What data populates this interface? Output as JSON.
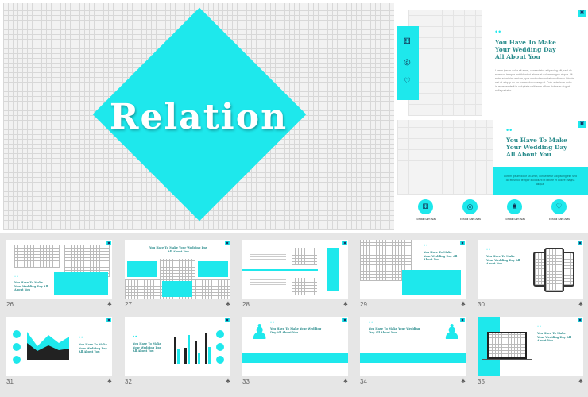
{
  "hero": {
    "title": "Relation"
  },
  "slide_a": {
    "heading": "You Have To Make Your Wedding Day All About You",
    "dots": "••",
    "body": "Lorem ipsum dolor sit amet, consectetur adipiscing elit, sed do eiusmod tempor incididunt ut labore et dolore magna aliqua. Ut enim ad minim veniam, quis nostrud exercitation ullamco laboris nisi ut aliquip ex ea commodo consequat. Duis aute irure dolor in reprehenderit in voluptate velit esse cillum dolore eu fugiat nulla pariatur."
  },
  "slide_b": {
    "heading": "You Have To Make Your Wedding Day All About You",
    "dots": "••",
    "body": "Lorem ipsum dolor sit amet, consectetur adipiscing elit, sed do eiusmod tempor incididunt ut labore et dolore magna aliqua.",
    "icon_labels": [
      "Ecstall Sam Alas",
      "Ecstall Sam Alas",
      "Ecstall Sam Alas",
      "Ecstall Sam Alas"
    ]
  },
  "thumbnails": [
    {
      "number": "26",
      "heading": "You Have To Make Your Wedding Day All About You"
    },
    {
      "number": "27",
      "heading": "You Have To Make Your Wedding Day All About You"
    },
    {
      "number": "28",
      "heading": ""
    },
    {
      "number": "29",
      "heading": "You Have To Make Your Wedding Day All About You"
    },
    {
      "number": "30",
      "heading": "You Have To Make Your Wedding Day All About You"
    },
    {
      "number": "31",
      "heading": "You Have To Make Your Wedding Day All About You"
    },
    {
      "number": "32",
      "heading": "You Have To Make Your Wedding Day All About You"
    },
    {
      "number": "33",
      "heading": "You Have To Make Your Wedding Day All About You"
    },
    {
      "number": "34",
      "heading": "You Have To Make Your Wedding Day All About You"
    },
    {
      "number": "35",
      "heading": "You Have To Make Your Wedding Day All About You"
    }
  ],
  "colors": {
    "accent": "#1ee8ec",
    "heading": "#2a8c8c",
    "panel_bg": "#e6e6e6"
  }
}
